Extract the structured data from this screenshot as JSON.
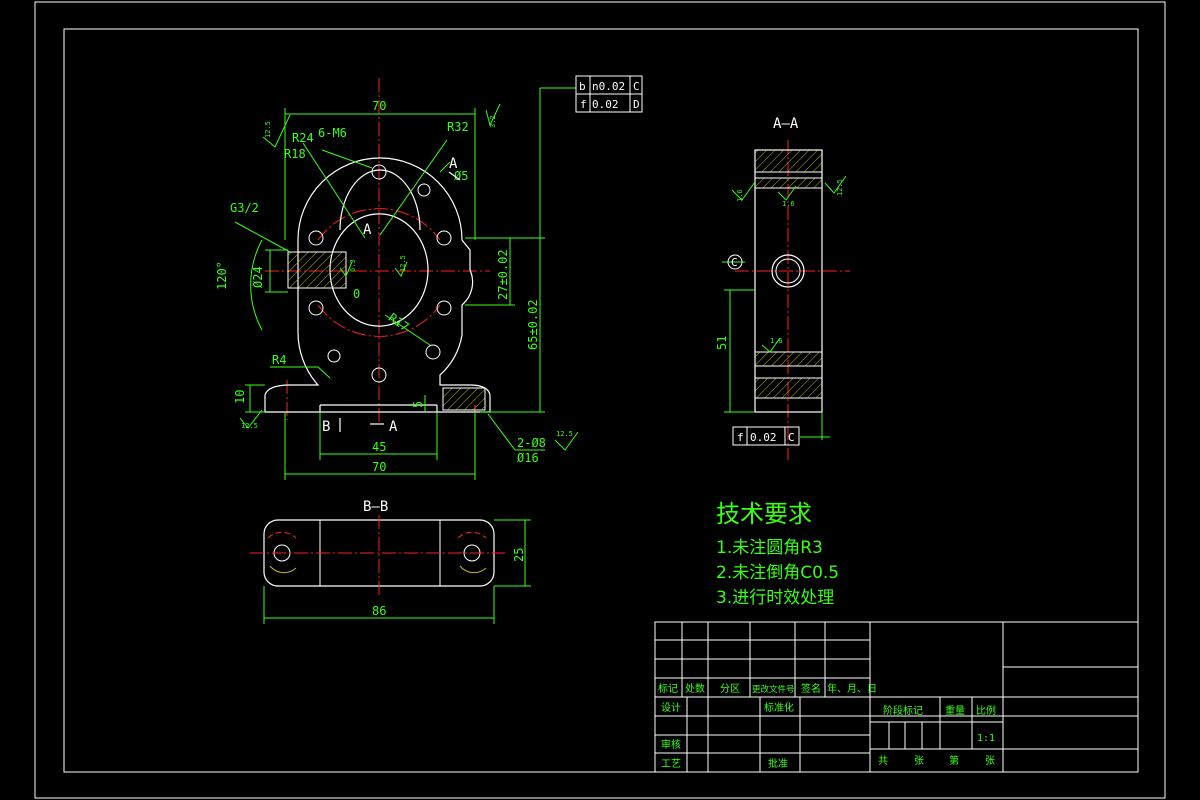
{
  "drawing": {
    "colors": {
      "background": "#000000",
      "outline": "#ffffff",
      "dimension": "#39ff14",
      "centerline": "#ff2020",
      "hatch": "#b8b820"
    },
    "front_view": {
      "dims": {
        "top_width": "70",
        "bottom_width": "70",
        "inner_width": "45",
        "r24": "R24",
        "r18": "R18",
        "r32": "R32",
        "r17": "R17",
        "r4": "R4",
        "holes_6m6": "6-M6",
        "phi5": "Ø5",
        "g32": "G3/2",
        "angle": "120°",
        "phi24": "Ø24",
        "zero": "0",
        "h27": "27±0.02",
        "h65": "65±0.02",
        "h10": "10",
        "h5": "5",
        "holes_2phi8": "2-Ø8",
        "phi16": "Ø16",
        "rough_small_1": "12.5",
        "rough_small_2": "3.2",
        "rough_small_3": "6.3",
        "rough_small_4": "12.5",
        "rough_small_5": "12.5",
        "rough_small_6": "12.5"
      },
      "labels": {
        "a_upper": "A",
        "a_center": "A",
        "b_label": "B",
        "a_lower": "A"
      },
      "tolerance_frame": {
        "row1": [
          "b",
          "n0.02",
          "C"
        ],
        "row2": [
          "f",
          "0.02",
          "D"
        ]
      }
    },
    "section_aa": {
      "title": "A—A",
      "dims": {
        "h51": "51",
        "r1": "1.6",
        "r2": "1.6",
        "r3": "12.5",
        "r4": "1.6"
      },
      "datum": "C",
      "tolerance_frame": [
        "f",
        "0.02",
        "C"
      ]
    },
    "section_bb": {
      "title": "B—B",
      "dims": {
        "w86": "86",
        "h25": "25"
      }
    },
    "requirements": {
      "title": "技术要求",
      "items": [
        "1.未注圆角R3",
        "2.未注倒角C0.5",
        "3.进行时效处理"
      ]
    },
    "title_block": {
      "row_headers": [
        "标记",
        "处数",
        "分区",
        "更改文件号",
        "签名",
        "年、月、日"
      ],
      "design": "设计",
      "standard": "标准化",
      "review": "审核",
      "process": "工艺",
      "approve": "批准",
      "stage": "阶段标记",
      "weight": "重量",
      "scale": "比例",
      "scale_value": "1:1",
      "total": "共",
      "sheets1": "张",
      "page": "第",
      "sheets2": "张"
    }
  }
}
